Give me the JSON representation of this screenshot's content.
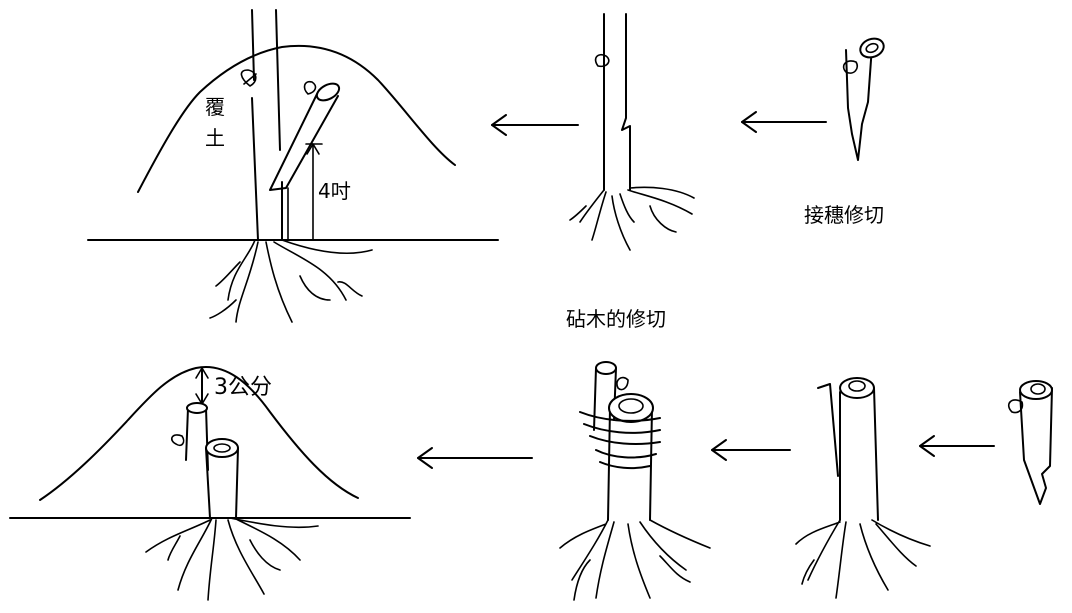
{
  "labels": {
    "mound_soil": [
      "覆",
      "土"
    ],
    "height_4_inch": "4吋",
    "scion_trimming": "接穗修切",
    "rootstock_trimming": "砧木的修切",
    "height_3_cm": "3公分"
  }
}
